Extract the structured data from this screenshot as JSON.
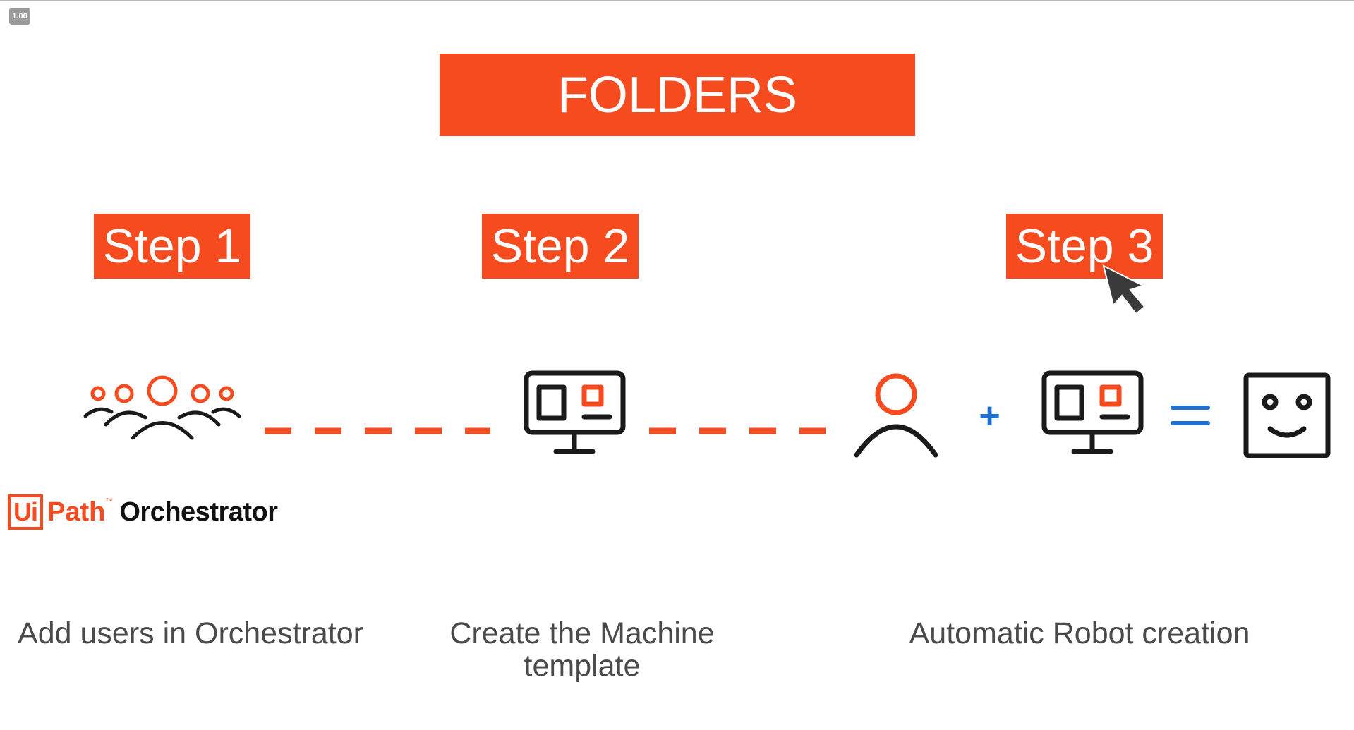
{
  "player": {
    "speed_badge": "1.00"
  },
  "title": "FOLDERS",
  "steps": [
    {
      "label": "Step 1",
      "caption": "Add users in Orchestrator"
    },
    {
      "label": "Step 2",
      "caption": "Create the Machine template"
    },
    {
      "label": "Step 3",
      "caption": "Automatic Robot creation"
    }
  ],
  "logo": {
    "ui": "Ui",
    "path": "Path",
    "tm": "™",
    "product": "Orchestrator"
  },
  "operators": {
    "plus": "+",
    "equals": "="
  },
  "colors": {
    "accent": "#f64a1f",
    "dark": "#1a1a1a",
    "operator": "#1f6fd1",
    "caption": "#4a4a4a"
  },
  "icons": [
    "users-group-icon",
    "machine-monitor-icon",
    "user-icon",
    "machine-monitor-icon",
    "robot-face-icon",
    "mouse-cursor-icon"
  ]
}
